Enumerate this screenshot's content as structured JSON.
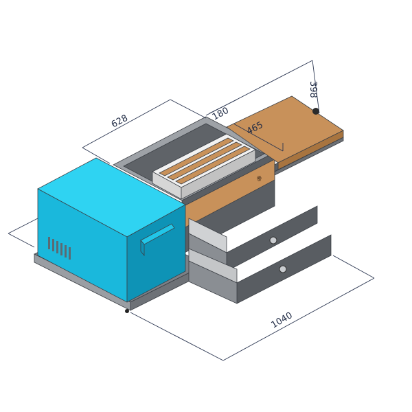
{
  "dimensions": {
    "depth": "628",
    "slide_offset": "180",
    "slide_length": "465",
    "height": "398",
    "length": "1040"
  },
  "colors": {
    "cooler": "#1ab8dc",
    "cooler_top": "#2fd3f2",
    "cooler_side": "#0e93b6",
    "wood": "#c8915a",
    "wood_dark": "#a8743f",
    "frame": "#5f6368",
    "frame_light": "#8c9096",
    "frame_dark": "#44484d",
    "dimension_line": "#2a3550"
  }
}
